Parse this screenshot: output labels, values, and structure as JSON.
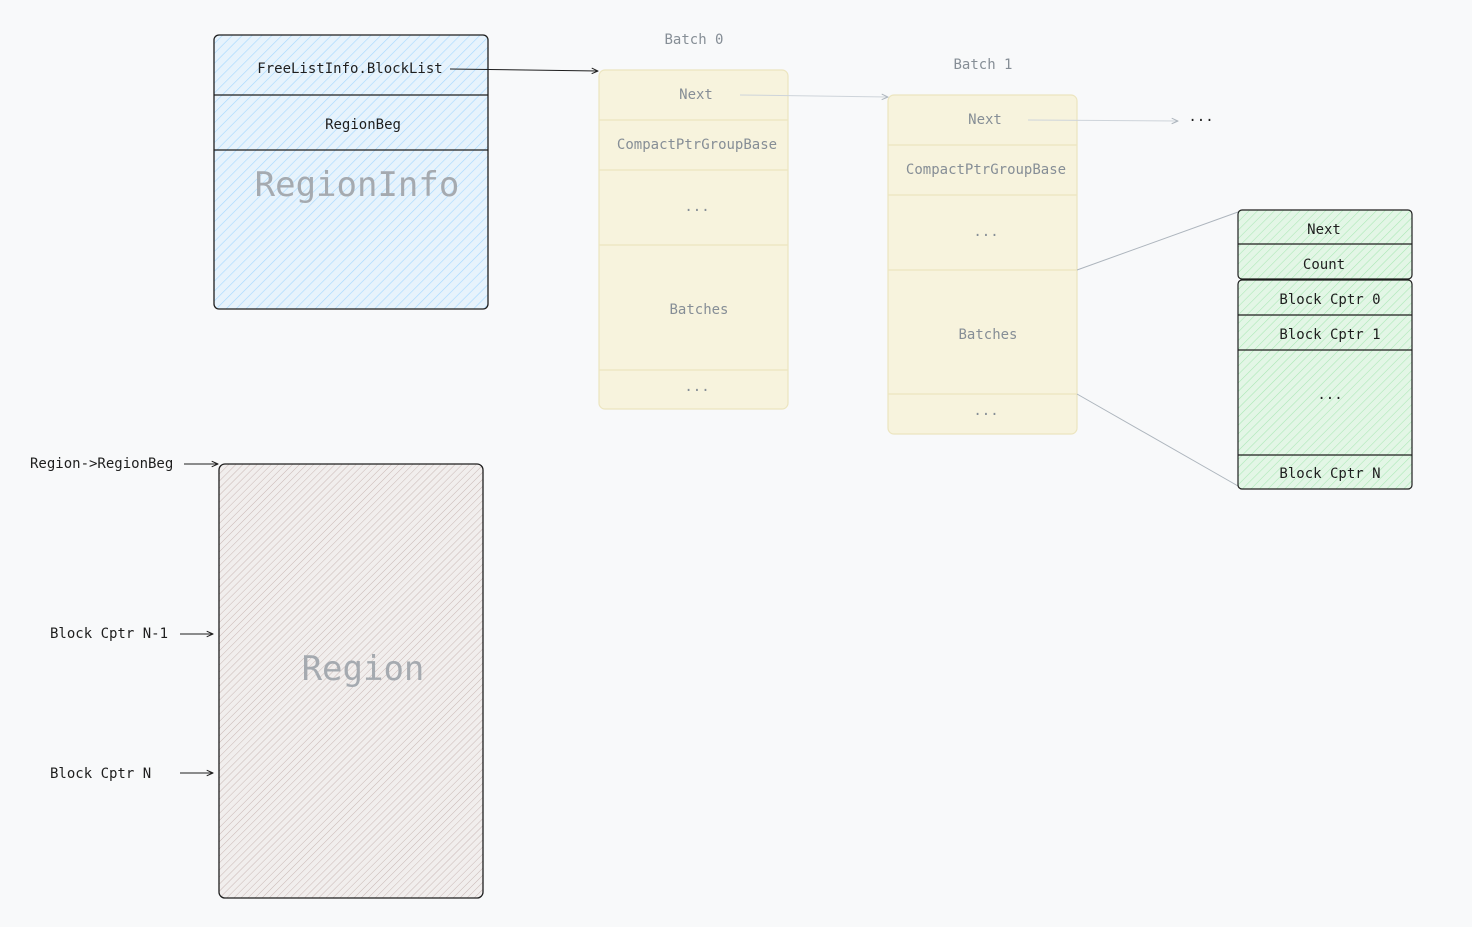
{
  "region_info": {
    "free_list_field": "FreeListInfo.BlockList",
    "region_beg_field": "RegionBeg",
    "title": "RegionInfo"
  },
  "batch0": {
    "title": "Batch 0",
    "next": "Next",
    "compact_ptr": "CompactPtrGroupBase",
    "ellipsis_1": "...",
    "batches": "Batches",
    "ellipsis_2": "..."
  },
  "batch1": {
    "title": "Batch 1",
    "next": "Next",
    "compact_ptr": "CompactPtrGroupBase",
    "ellipsis_1": "...",
    "batches": "Batches",
    "ellipsis_2": "...",
    "next_target": "..."
  },
  "transfer_batch": {
    "next": "Next",
    "count": "Count",
    "cptr_0": "Block Cptr 0",
    "cptr_1": "Block Cptr 1",
    "ellipsis": "...",
    "cptr_n": "Block Cptr N"
  },
  "region": {
    "title": "Region",
    "pointer_beg": "Region->RegionBeg",
    "pointer_n_minus_1": "Block Cptr N-1",
    "pointer_n": "Block Cptr N"
  },
  "colors": {
    "background": "#f8f9fa",
    "region_info_fill": "#a5d8ff",
    "batch_fill": "#f7f3dd",
    "batch_stroke": "#e8e0b0",
    "transfer_fill": "#b2f2bb",
    "region_fill": "#c9b8b5",
    "ink": "#1e1e1e",
    "muted": "#868e96"
  }
}
